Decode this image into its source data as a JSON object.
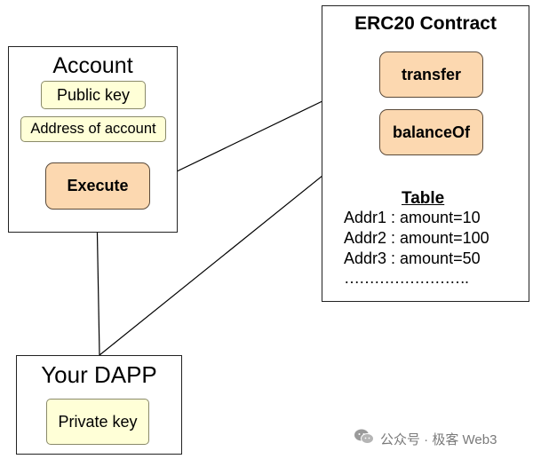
{
  "account": {
    "title": "Account",
    "public_key": "Public key",
    "address": "Address of account",
    "execute": "Execute"
  },
  "contract": {
    "title": "ERC20 Contract",
    "transfer": "transfer",
    "balance_of": "balanceOf",
    "table_title": "Table",
    "rows": [
      "Addr1 : amount=10",
      "Addr2 : amount=100",
      "Addr3 : amount=50",
      "……………………."
    ]
  },
  "dapp": {
    "title": "Your DAPP",
    "private_key": "Private key"
  },
  "watermark": {
    "text": "公众号 · 极客 Web3",
    "icon": "wechat-icon"
  },
  "connections": [
    {
      "from": "execute",
      "to": "transfer"
    },
    {
      "from": "your-dapp",
      "to": "balance-of"
    },
    {
      "from": "your-dapp",
      "to": "execute"
    }
  ]
}
